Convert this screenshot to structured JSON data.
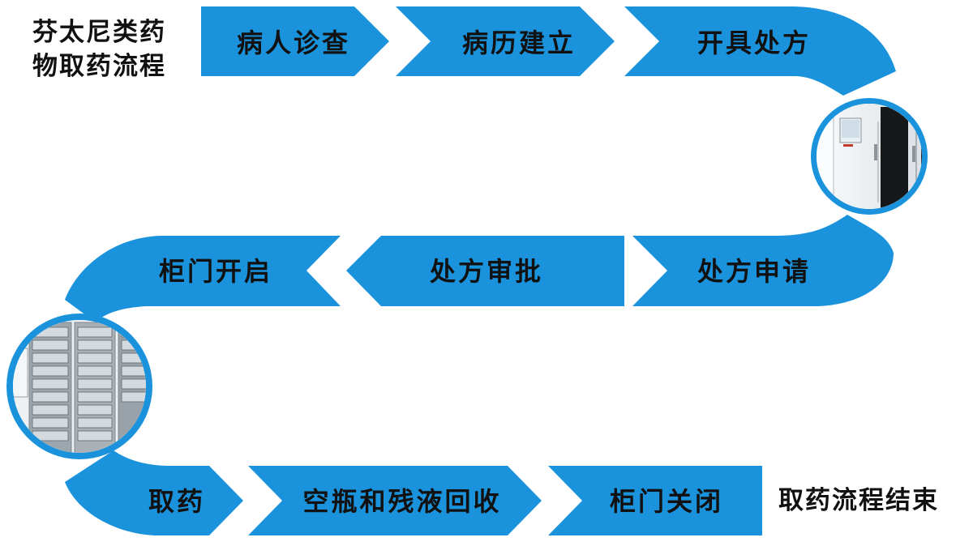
{
  "title": {
    "line1": "芬太尼类药",
    "line2": "物取药流程"
  },
  "colors": {
    "arrow": "#1b93dc",
    "text": "#111111"
  },
  "steps": [
    {
      "label": "病人诊查"
    },
    {
      "label": "病历建立"
    },
    {
      "label": "开具处方"
    },
    {
      "label": "处方申请"
    },
    {
      "label": "处方审批"
    },
    {
      "label": "柜门开启"
    },
    {
      "label": "取药"
    },
    {
      "label": "空瓶和残液回收"
    },
    {
      "label": "柜门关闭"
    }
  ],
  "end_label": "取药流程结束",
  "images": [
    {
      "icon": "white-cabinet-photo"
    },
    {
      "icon": "drawer-cabinet-photo"
    }
  ]
}
